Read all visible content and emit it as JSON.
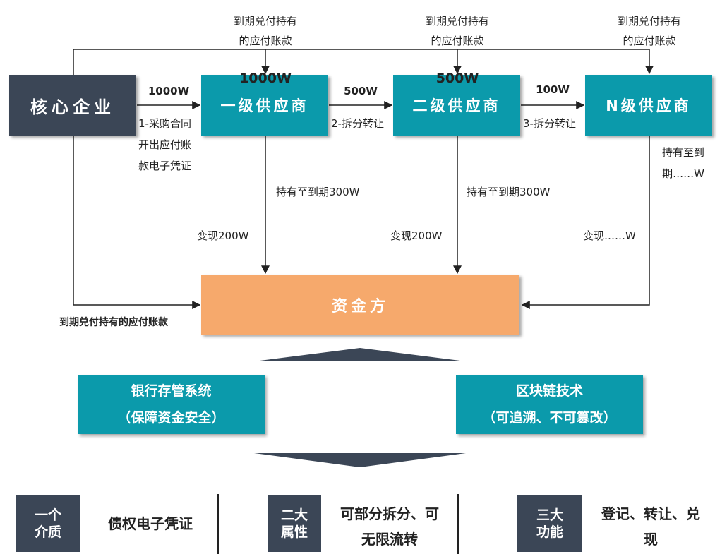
{
  "nodes": {
    "core": "核心企业",
    "tier1": "一级供应商",
    "tier2": "二级供应商",
    "tierN": "N级供应商",
    "funder": "资金方"
  },
  "top_labels": {
    "a_line1": "到期兑付持有",
    "a_line2": "的应付账款",
    "b_line1": "到期兑付持有",
    "b_line2": "的应付账款",
    "c_line1": "到期兑付持有",
    "c_line2": "的应付账款"
  },
  "amounts": {
    "core_to_t1": "1000W",
    "t1_to_t2": "500W",
    "t2_to_tn": "100W",
    "t1_total": "1000W",
    "t2_total": "500W"
  },
  "steps": {
    "step1_line1": "1-采购合同",
    "step1_line2": "开出应付账",
    "step1_line3": "款电子凭证",
    "step2": "2-拆分转让",
    "step3": "3-拆分转让"
  },
  "holdings": {
    "t1_hold": "持有至到期300W",
    "t1_cash": "变现200W",
    "t2_hold": "持有至到期300W",
    "t2_cash": "变现200W",
    "tn_hold_line1": "持有至到",
    "tn_hold_line2": "期……W",
    "tn_cash": "变现……W"
  },
  "funder_left_label": "到期兑付持有的应付账款",
  "tech": {
    "bank_line1": "银行存管系统",
    "bank_line2": "（保障资金安全）",
    "chain_line1": "区块链技术",
    "chain_line2": "（可追溯、不可篡改）"
  },
  "features": [
    {
      "tag1": "一个",
      "tag2": "介质",
      "text1": "债权电子凭证",
      "text2": ""
    },
    {
      "tag1": "二大",
      "tag2": "属性",
      "text1": "可部分拆分、可",
      "text2": "无限流转"
    },
    {
      "tag1": "三大",
      "tag2": "功能",
      "text1": "登记、转让、兑",
      "text2": "现"
    }
  ],
  "colors": {
    "dark": "#3b4656",
    "teal": "#0b9aab",
    "orange": "#f6a96c"
  }
}
